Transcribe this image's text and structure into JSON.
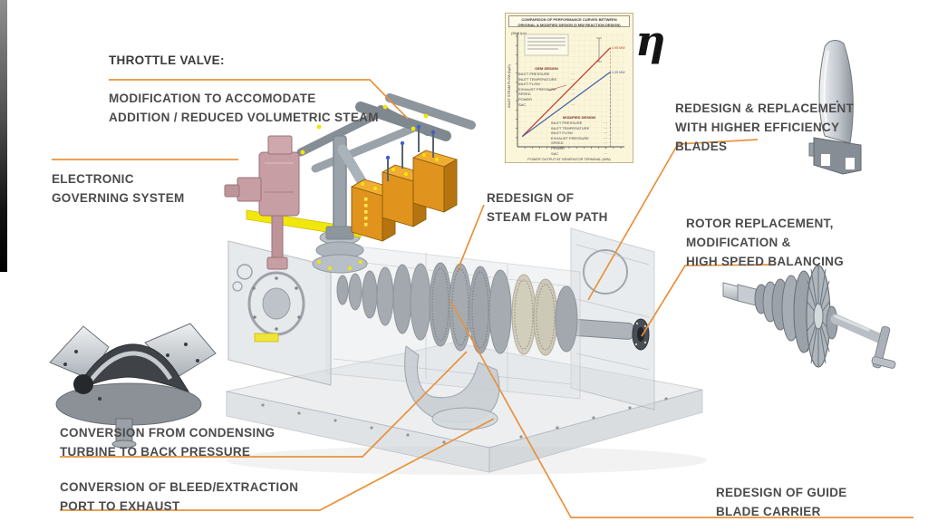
{
  "page": {
    "background": "#ffffff",
    "accent_line_color": "#e8923c",
    "label_text_color": "#4b4b4d"
  },
  "labels": {
    "throttle": {
      "heading": "THROTTLE VALVE:",
      "body": "MODIFICATION TO ACCOMODATE\nADDITION / REDUCED VOLUMETRIC STEAM"
    },
    "governing": {
      "text": "ELECTRONIC\nGOVERNING SYSTEM"
    },
    "steam_path": {
      "text": "REDESIGN OF\nSTEAM FLOW PATH"
    },
    "blades": {
      "text": "REDESIGN & REPLACEMENT\nWITH HIGHER EFFICIENCY\nBLADES"
    },
    "rotor": {
      "text": "ROTOR REPLACEMENT,\nMODIFICATION &\nHIGH SPEED BALANCING"
    },
    "condensing": {
      "text": "CONVERSION FROM CONDENSING\nTURBINE TO BACK PRESSURE"
    },
    "bleed": {
      "text": "CONVERSION OF BLEED/EXTRACTION\nPORT TO EXHAUST"
    },
    "guide": {
      "text": "REDESIGN OF GUIDE\nBLADE CARRIER"
    }
  },
  "chart": {
    "title": "COMPARISON OF PERFORMANCE CURVES BETWEEN\nORIGINAL & MODIFIED DESIGN (5 MW REACTION DESIGN)",
    "flow_note": "(58.3 tph)",
    "eta_symbol": "η",
    "xlabel": "POWER OUTPUT AT GENERATOR TERMINAL (MW)",
    "ylabel": "INLET STEAM FLOW (kg/h)",
    "oem_heading": "OEM DESIGN",
    "mod_heading": "MODIFIED DESIGN",
    "param_rows": [
      "INLET PRESSURE",
      "INLET TEMPERATURE",
      "INLET FLOW",
      "EXHAUST PRESSURE",
      "SPEED",
      "POWER",
      "SAC"
    ],
    "param_value_placeholder": "···"
  },
  "chart_data": {
    "type": "line",
    "title": "COMPARISON OF PERFORMANCE CURVES BETWEEN ORIGINAL & MODIFIED DESIGN (5 MW REACTION DESIGN)",
    "xlabel": "POWER OUTPUT AT GENERATOR TERMINAL (MW)",
    "ylabel": "INLET STEAM FLOW (kg/h)",
    "xlim": [
      0,
      5.5
    ],
    "ylim": [
      0,
      65
    ],
    "grid": true,
    "annotations": [
      "(58.3 tph)",
      "η"
    ],
    "series": [
      {
        "name": "MODIFIED DESIGN",
        "color": "#c03a2e",
        "points": [
          [
            0.25,
            6
          ],
          [
            4.95,
            58.3
          ]
        ],
        "end_label": "4.95 MW"
      },
      {
        "name": "OEM DESIGN",
        "color": "#3c5fa5",
        "points": [
          [
            0.25,
            6
          ],
          [
            4.95,
            44
          ]
        ],
        "end_label": "4.35 MW"
      }
    ]
  }
}
